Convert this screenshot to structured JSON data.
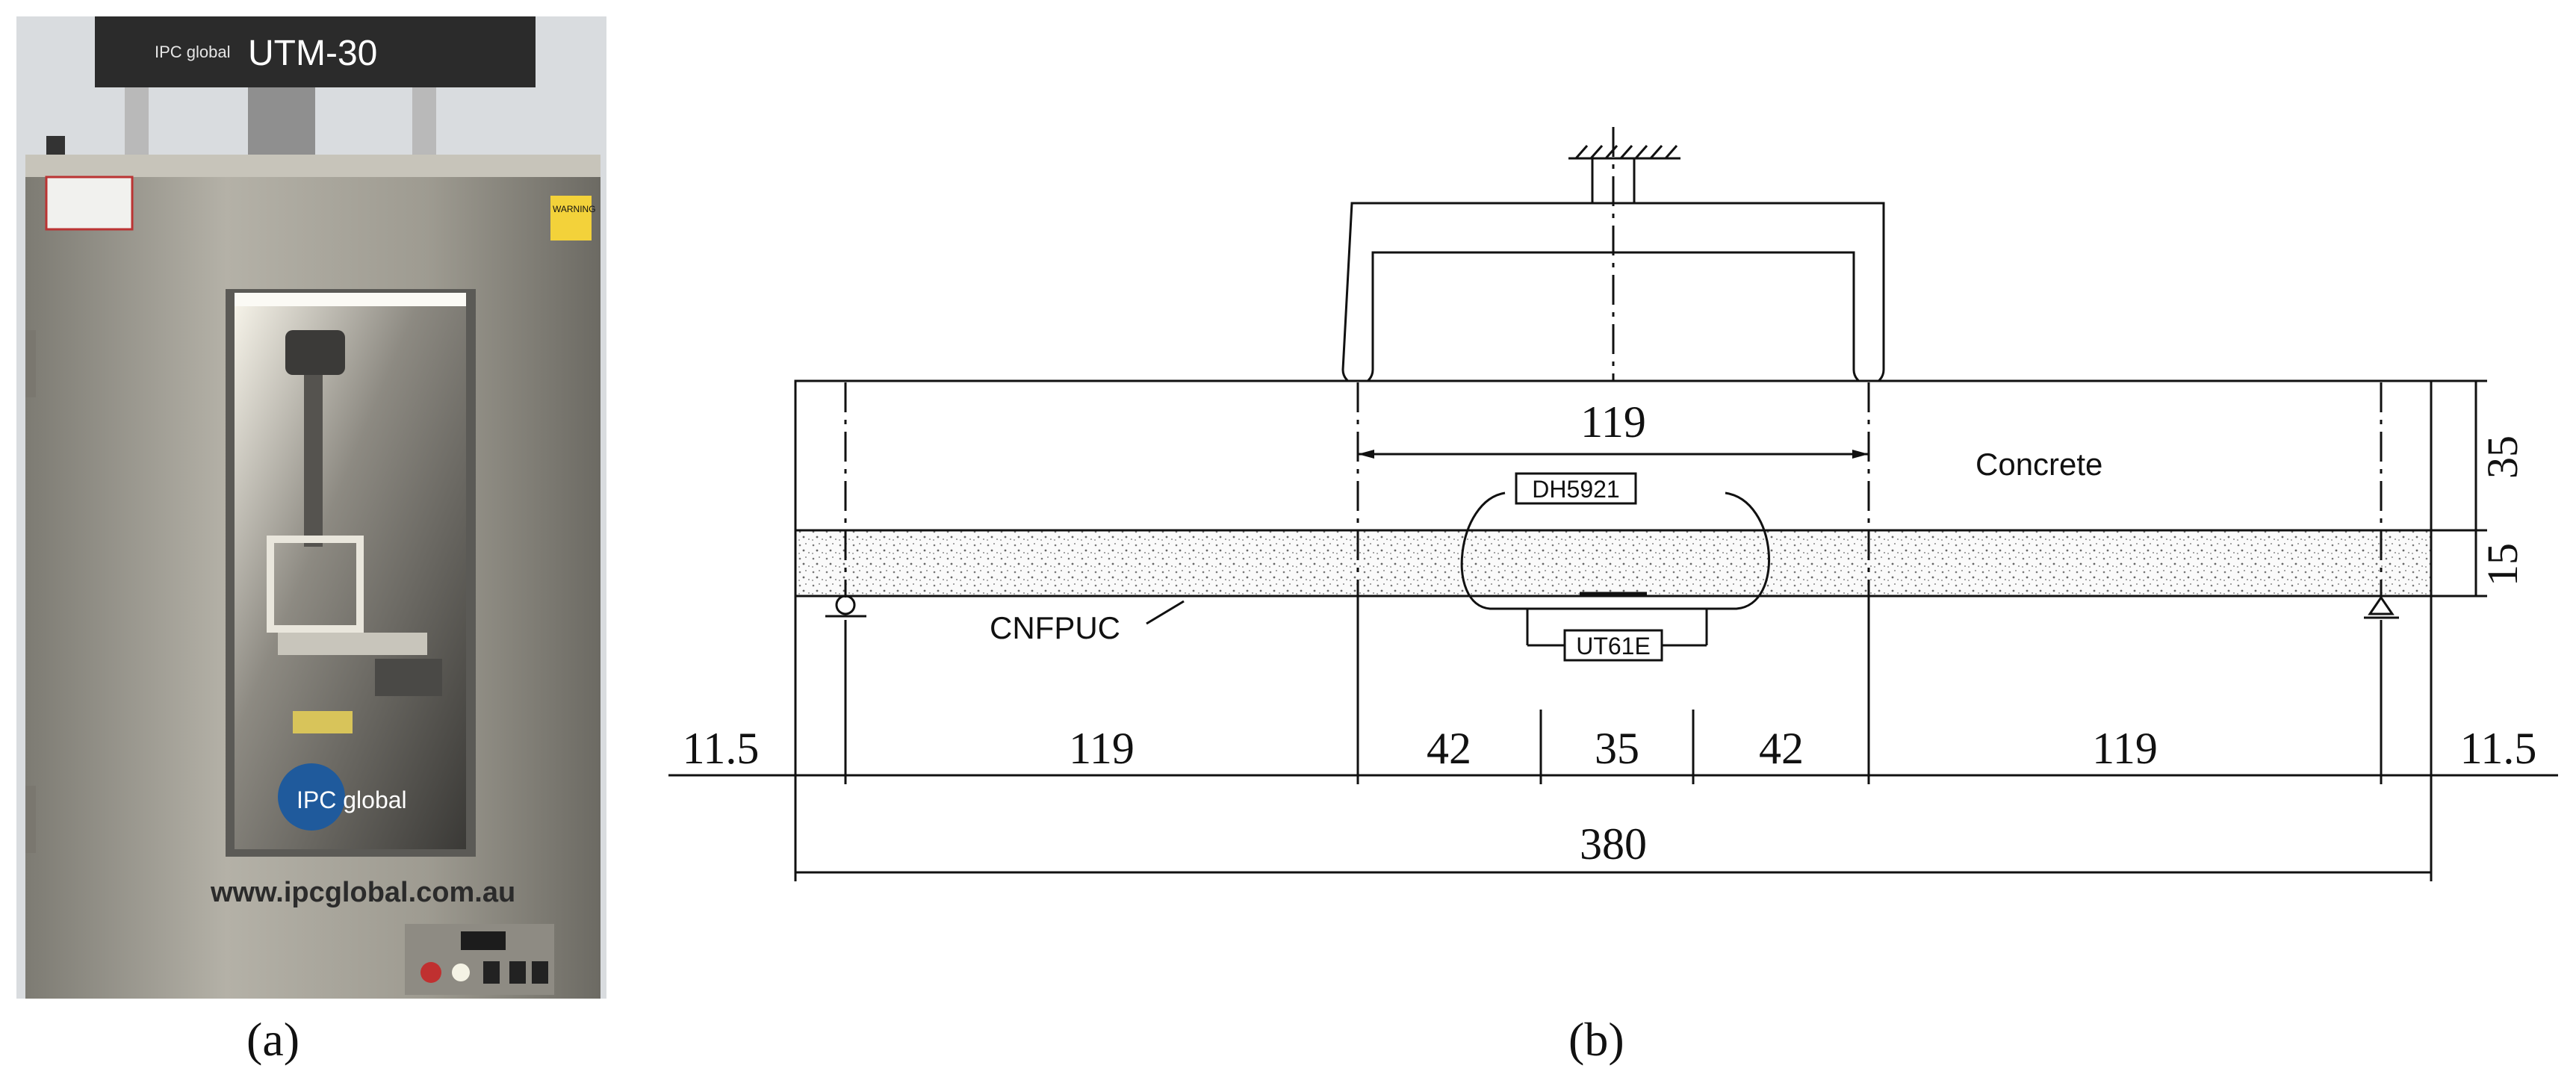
{
  "panel_a": {
    "caption": "(a)",
    "machine_label": "UTM-30",
    "brand_small": "IPC global",
    "logo_text": "IPC global",
    "website": "www.ipcglobal.com.au",
    "warning_label": "WARNING",
    "colors": {
      "steel": "#a9a69c",
      "steel_dark": "#6f6d66",
      "cabinet_top": "#2b2b2b",
      "window_glow": "#f2efe6"
    }
  },
  "panel_b": {
    "caption": "(b)",
    "labels": {
      "concrete": "Concrete",
      "cnfpuc": "CNFPUC",
      "sensor_top": "DH5921",
      "sensor_bottom": "UT61E"
    },
    "dimensions": {
      "load_span": "119",
      "concrete_thickness": "35",
      "cnfpuc_thickness": "15",
      "overhang_left": "11.5",
      "overhang_right": "11.5",
      "segments": [
        "119",
        "42",
        "35",
        "42",
        "119"
      ],
      "total": "380"
    },
    "colors": {
      "line": "#111111",
      "hatch": "#777777"
    }
  }
}
